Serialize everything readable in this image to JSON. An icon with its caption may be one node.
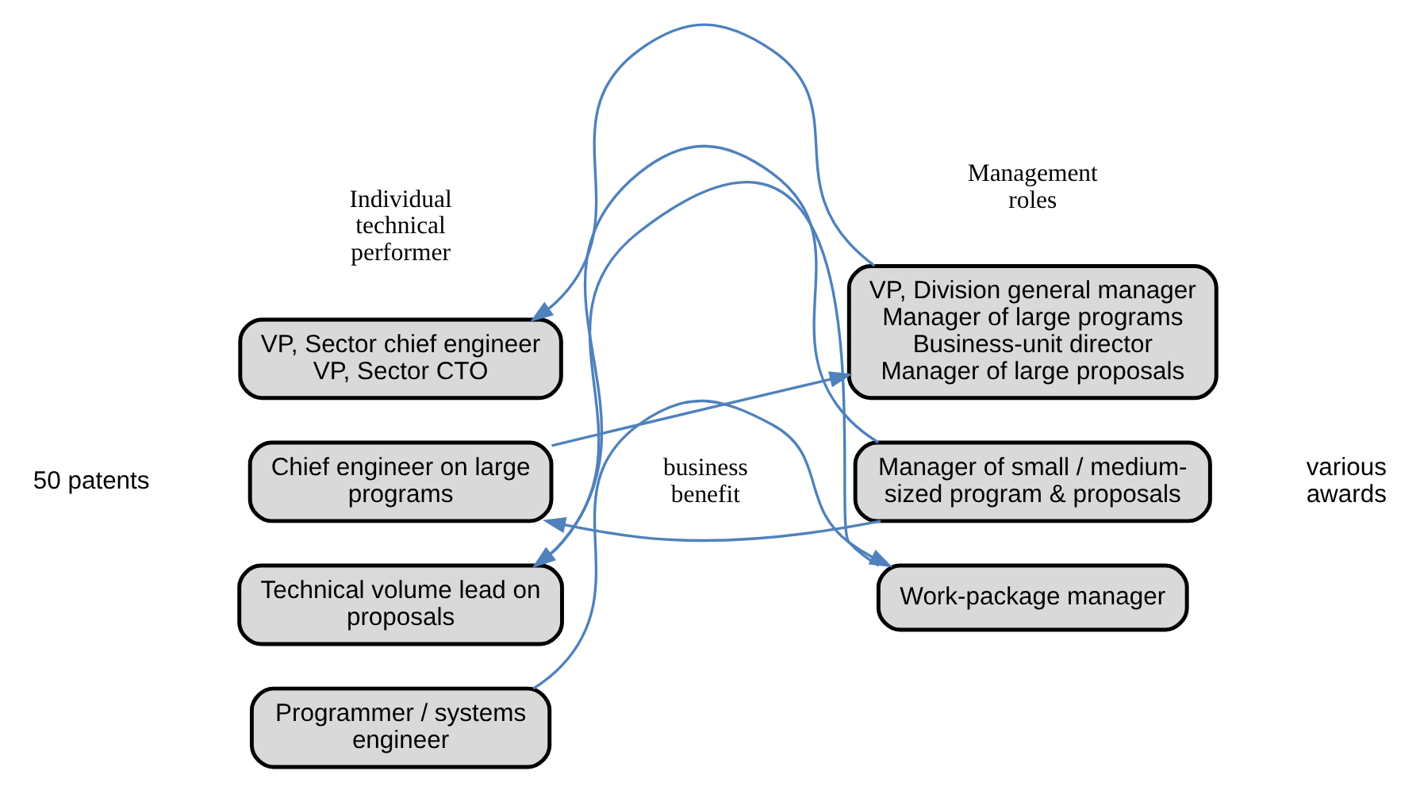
{
  "diagram": {
    "nodes": [
      {
        "text": [
          "VP, Sector chief engineer",
          "VP, Sector CTO"
        ]
      },
      {
        "text": [
          "VP, Division general manager",
          "Manager of large programs",
          "Business-unit director",
          "Manager of large proposals"
        ]
      },
      {
        "text": [
          "Chief engineer on large programs"
        ]
      },
      {
        "text": [
          "Manager of small / medium-sized program & proposals"
        ]
      },
      {
        "text": [
          "Technical volume lead on proposals"
        ]
      },
      {
        "text": [
          "Work-package manager"
        ]
      },
      {
        "text": [
          "Programmer / systems engineer"
        ]
      }
    ],
    "edges": [
      {
        "from": 2,
        "to": 1,
        "arrow": "to"
      },
      {
        "from": 1,
        "to": 0,
        "arrow": "to"
      },
      {
        "from": 3,
        "to": 2,
        "arrow": "to"
      },
      {
        "from": 3,
        "to": 4,
        "arrow": "to"
      },
      {
        "from": 5,
        "to": 4,
        "arrow": "to"
      },
      {
        "from": 6,
        "to": 5,
        "arrow": "to"
      }
    ],
    "labels": [
      "Individual technical performer",
      "Management roles",
      "50 patents",
      "business benefit",
      "various awards"
    ]
  }
}
